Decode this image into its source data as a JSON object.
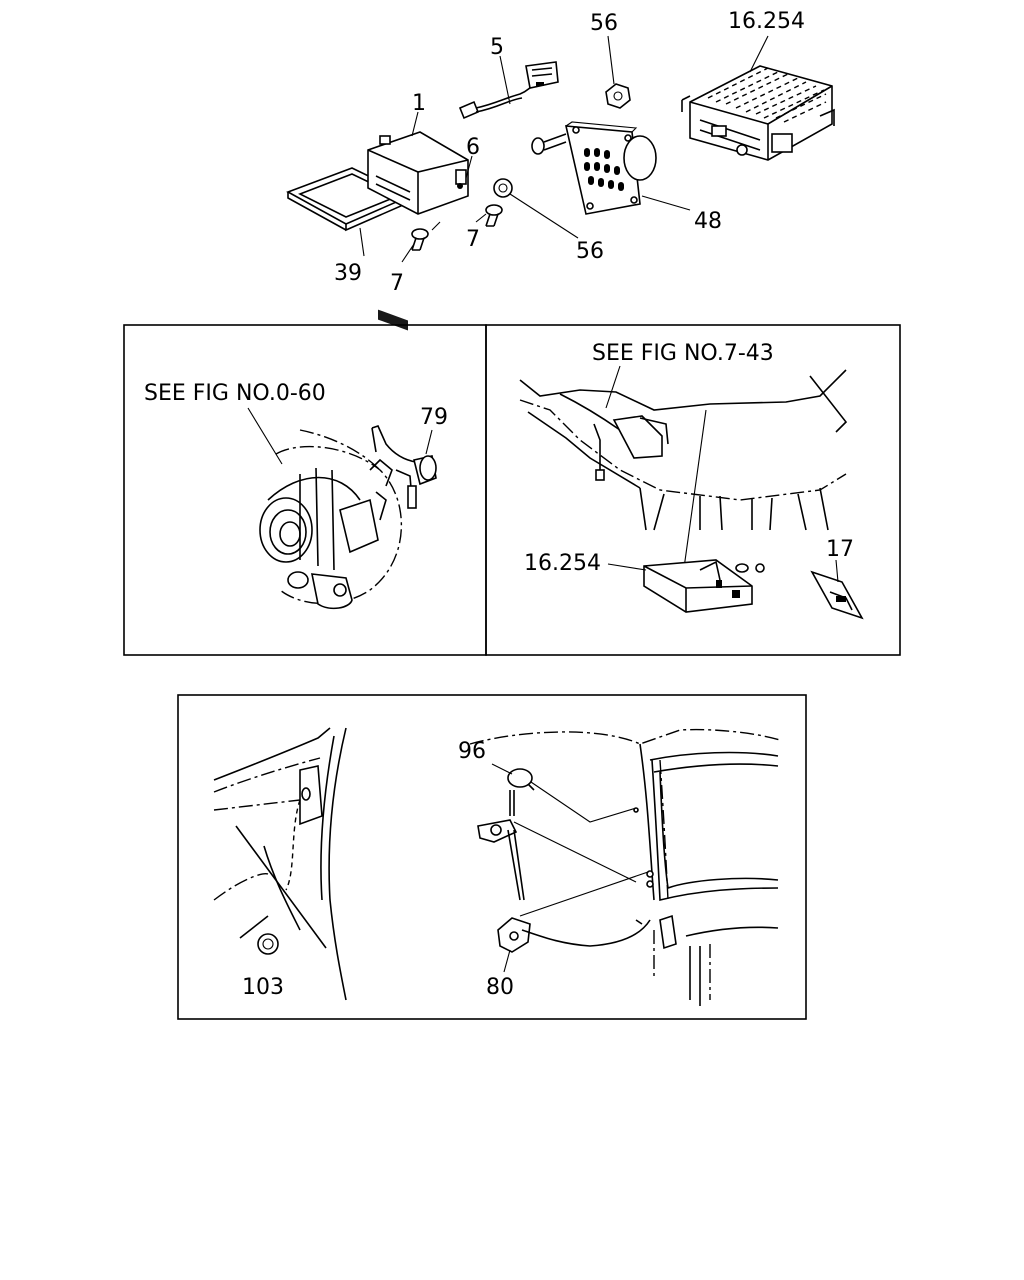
{
  "labels": {
    "l1": "1",
    "l5": "5",
    "l6": "6",
    "l7a": "7",
    "l7b": "7",
    "l39": "39",
    "l56a": "56",
    "l56b": "56",
    "l48": "48",
    "l16a": "16.254",
    "see_fig_060": "SEE FIG NO.0-60",
    "l79": "79",
    "see_fig_743": "SEE FIG NO.7-43",
    "l16b": "16.254",
    "l17": "17",
    "l96": "96",
    "l103": "103",
    "l80": "80"
  }
}
